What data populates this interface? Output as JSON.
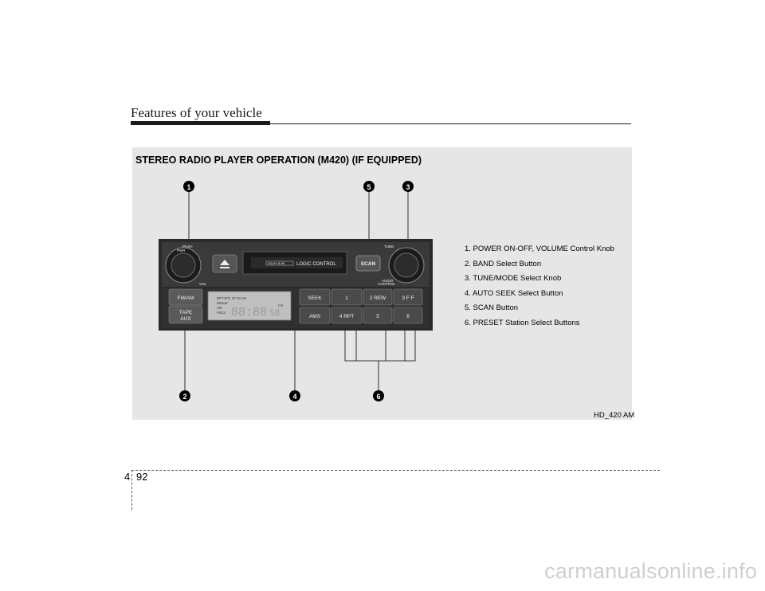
{
  "header": {
    "title": "Features of your vehicle"
  },
  "section": {
    "title": "STEREO RADIO PLAYER OPERATION (M420) (IF EQUIPPED)",
    "figure_code": "HD_420 AM"
  },
  "legend": [
    "1. POWER ON-OFF, VOLUME Control Knob",
    "2. BAND Select Button",
    "3. TUNE/MODE Select Knob",
    "4. AUTO SEEK  Select Button",
    "5. SCAN Button",
    "6. PRESET Station Select Buttons"
  ],
  "callouts": [
    "1",
    "2",
    "3",
    "4",
    "5",
    "6"
  ],
  "radio": {
    "push_label": "PUSH",
    "pwr_label": "PWR",
    "vol_label": "VOL",
    "tune_label": "TUNE",
    "audio_label": "AUDIO",
    "control_label": "CONTROL",
    "deck_label": "LOGIC CONTROL",
    "dolby_label": "DOLBY B NR",
    "scan_label": "SCAN",
    "fmam_label": "FM/AM",
    "tape_label": "TAPE",
    "aux_label": "AUX",
    "seek_label": "SEEK",
    "ams_label": "AMS",
    "preset_labels": [
      "1",
      "2 REW",
      "3 F F",
      "4 RPT",
      "5",
      "6"
    ],
    "display_top": "RPT  MTL       ST  SCAN",
    "display_band_1": "MWLW",
    "display_band_2": "AM",
    "display_band_3": "FM12",
    "display_ch": "CH",
    "display_digits": "88:88",
    "display_small": "58"
  },
  "footer": {
    "chapter": "4",
    "page": "92"
  },
  "watermark": "carmanualsonline.info"
}
